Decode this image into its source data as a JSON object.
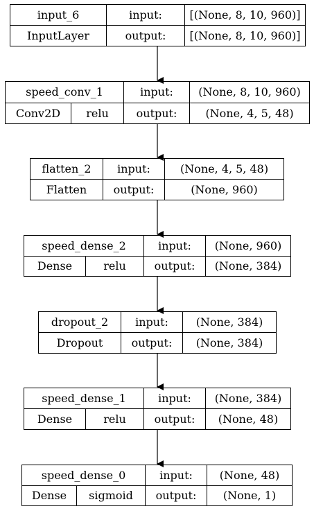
{
  "layers": [
    {
      "name": "input_6",
      "type": "InputLayer",
      "activation": "",
      "input_label": "input:",
      "output_label": "output:",
      "input": "[(None, 8, 10, 960)]",
      "output": "[(None, 8, 10, 960)]"
    },
    {
      "name": "speed_conv_1",
      "type": "Conv2D",
      "activation": "relu",
      "input_label": "input:",
      "output_label": "output:",
      "input": "(None, 8, 10, 960)",
      "output": "(None, 4, 5, 48)"
    },
    {
      "name": "flatten_2",
      "type": "Flatten",
      "activation": "",
      "input_label": "input:",
      "output_label": "output:",
      "input": "(None, 4, 5, 48)",
      "output": "(None, 960)"
    },
    {
      "name": "speed_dense_2",
      "type": "Dense",
      "activation": "relu",
      "input_label": "input:",
      "output_label": "output:",
      "input": "(None, 960)",
      "output": "(None, 384)"
    },
    {
      "name": "dropout_2",
      "type": "Dropout",
      "activation": "",
      "input_label": "input:",
      "output_label": "output:",
      "input": "(None, 384)",
      "output": "(None, 384)"
    },
    {
      "name": "speed_dense_1",
      "type": "Dense",
      "activation": "relu",
      "input_label": "input:",
      "output_label": "output:",
      "input": "(None, 384)",
      "output": "(None, 48)"
    },
    {
      "name": "speed_dense_0",
      "type": "Dense",
      "activation": "sigmoid",
      "input_label": "input:",
      "output_label": "output:",
      "input": "(None, 48)",
      "output": "(None, 1)"
    }
  ]
}
